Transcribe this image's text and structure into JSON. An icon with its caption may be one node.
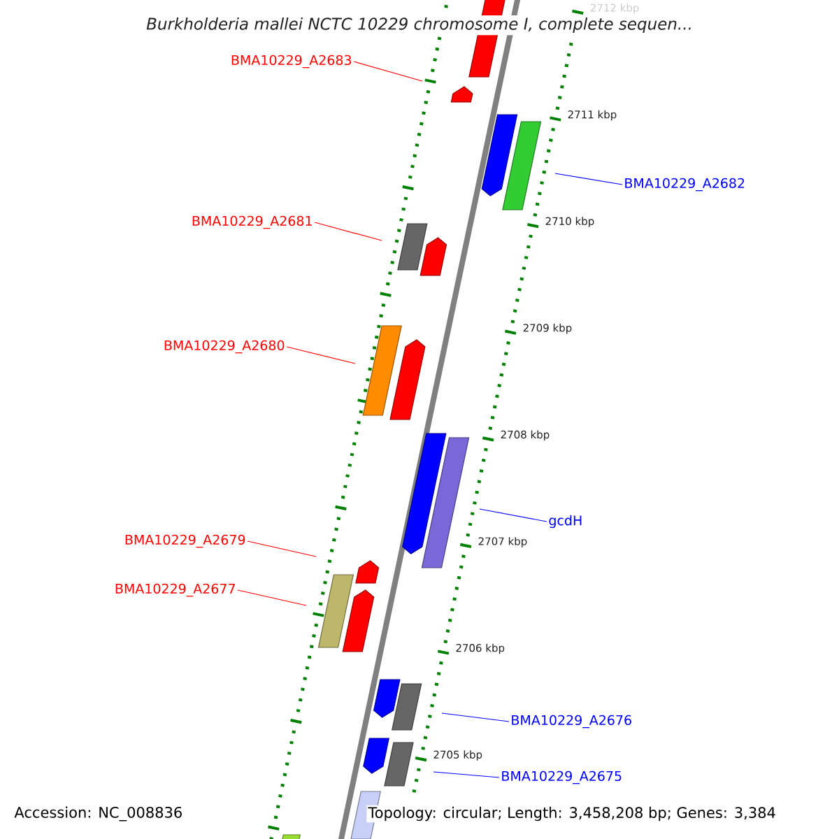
{
  "diagram": {
    "title": "Burkholderia mallei NCTC 10229 chromosome I, complete sequen...",
    "nodes": [
      {
        "text": [
          "BMA10229_A2683"
        ]
      },
      {
        "text": [
          "BMA10229_A2682"
        ]
      },
      {
        "text": [
          "BMA10229_A2681"
        ]
      },
      {
        "text": [
          "BMA10229_A2680"
        ]
      },
      {
        "text": [
          "gcdH"
        ]
      },
      {
        "text": [
          "BMA10229_A2679"
        ]
      },
      {
        "text": [
          "BMA10229_A2677"
        ]
      },
      {
        "text": [
          "BMA10229_A2676"
        ]
      },
      {
        "text": [
          "BMA10229_A2675"
        ]
      }
    ],
    "edges": [
      {
        "from": 0,
        "to": null,
        "arrow": "none"
      },
      {
        "from": 1,
        "to": null,
        "arrow": "none",
        "color": "#0000ff"
      },
      {
        "from": 2,
        "to": null,
        "arrow": "none"
      },
      {
        "from": 3,
        "to": null,
        "arrow": "none"
      },
      {
        "from": 4,
        "to": null,
        "arrow": "none",
        "color": "#0000ff"
      },
      {
        "from": 5,
        "to": null,
        "arrow": "none"
      },
      {
        "from": 6,
        "to": null,
        "arrow": "none"
      },
      {
        "from": 7,
        "to": null,
        "arrow": "none",
        "color": "#0000ff"
      },
      {
        "from": 8,
        "to": null,
        "arrow": "none",
        "color": "#0000ff"
      }
    ],
    "labels": [
      "2712 kbp",
      "2711 kbp",
      "2710 kbp",
      "2709 kbp",
      "2708 kbp",
      "2707 kbp",
      "2706 kbp",
      "2705 kbp",
      "Accession: NC_008836",
      "Topology: circular; Length: 3,458,208 bp; Genes: 3,384"
    ]
  }
}
